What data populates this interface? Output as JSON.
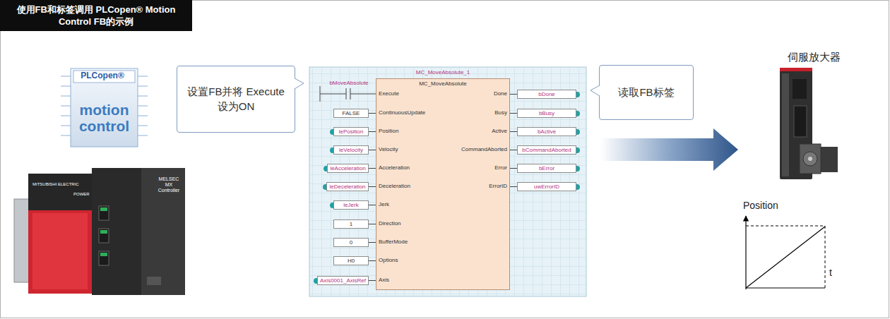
{
  "diagram": {
    "title": "使用FB和标签调用 PLCopen® Motion Control FB的示例",
    "nodes": [
      {
        "text": [
          "设置FB并将 Execute设为ON"
        ]
      },
      {
        "text": [
          "MC_MoveAbsolute_1",
          "MC_MoveAbsolute",
          "Execute",
          "ContinuousUpdate",
          "Position",
          "Velocity",
          "Acceleration",
          "Deceleration",
          "Jerk",
          "Direction",
          "BufferMode",
          "Options",
          "Axis",
          "Done",
          "Busy",
          "Active",
          "CommandAborted",
          "Error",
          "ErrorID"
        ]
      },
      {
        "text": [
          "FALSE"
        ]
      },
      {
        "text": [
          "lePosition"
        ]
      },
      {
        "text": [
          "leVelocity"
        ]
      },
      {
        "text": [
          "leAcceleration"
        ]
      },
      {
        "text": [
          "leDeceleration"
        ]
      },
      {
        "text": [
          "leJerk"
        ]
      },
      {
        "text": [
          "1"
        ]
      },
      {
        "text": [
          "0"
        ]
      },
      {
        "text": [
          "H0"
        ]
      },
      {
        "text": [
          "Axis0001_AxisRef"
        ]
      },
      {
        "text": [
          "bDone"
        ]
      },
      {
        "text": [
          "bBusy"
        ]
      },
      {
        "text": [
          "bActive"
        ]
      },
      {
        "text": [
          "bCommandAborted"
        ]
      },
      {
        "text": [
          "bError"
        ]
      },
      {
        "text": [
          "uwErrorID"
        ]
      },
      {
        "text": [
          "读取FB标签"
        ]
      }
    ],
    "edges": [
      {
        "from": 2,
        "to": 1,
        "arrow": "none"
      },
      {
        "from": 3,
        "to": 1,
        "arrow": "none"
      },
      {
        "from": 4,
        "to": 1,
        "arrow": "none"
      },
      {
        "from": 5,
        "to": 1,
        "arrow": "none"
      },
      {
        "from": 6,
        "to": 1,
        "arrow": "none"
      },
      {
        "from": 7,
        "to": 1,
        "arrow": "none"
      },
      {
        "from": 8,
        "to": 1,
        "arrow": "none"
      },
      {
        "from": 9,
        "to": 1,
        "arrow": "none"
      },
      {
        "from": 10,
        "to": 1,
        "arrow": "none"
      },
      {
        "from": 11,
        "to": 1,
        "arrow": "none"
      },
      {
        "from": 1,
        "to": 12,
        "arrow": "none"
      },
      {
        "from": 1,
        "to": 13,
        "arrow": "none"
      },
      {
        "from": 1,
        "to": 14,
        "arrow": "none"
      },
      {
        "from": 1,
        "to": 15,
        "arrow": "none"
      },
      {
        "from": 1,
        "to": 16,
        "arrow": "none"
      },
      {
        "from": 1,
        "to": 17,
        "arrow": "none"
      }
    ],
    "labels": [
      "PLCopen®",
      "motion",
      "control",
      "MITSUBISHI ELECTRIC",
      "POWER",
      "MELSEC MX Controller",
      "bMoveAbsolute",
      "伺服放大器",
      "Position",
      "t"
    ]
  }
}
